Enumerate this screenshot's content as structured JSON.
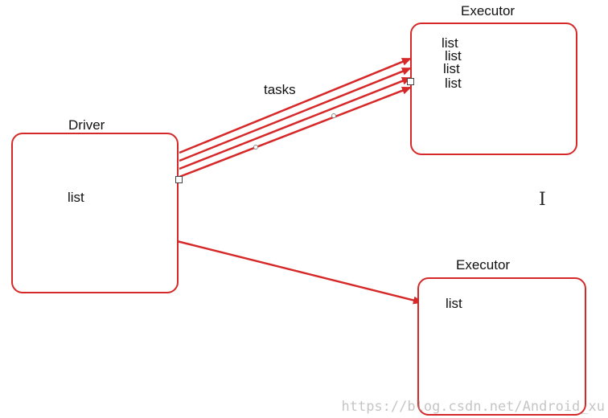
{
  "driver": {
    "title": "Driver",
    "content": "list"
  },
  "executor_top": {
    "title": "Executor",
    "items": [
      "list",
      "list",
      "list",
      "list"
    ]
  },
  "executor_bottom": {
    "title": "Executor",
    "content": "list"
  },
  "edge_label": "tasks",
  "watermark": "https://blog.csdn.net/Android_xu",
  "colors": {
    "accent": "#d62828",
    "text": "#111111"
  }
}
